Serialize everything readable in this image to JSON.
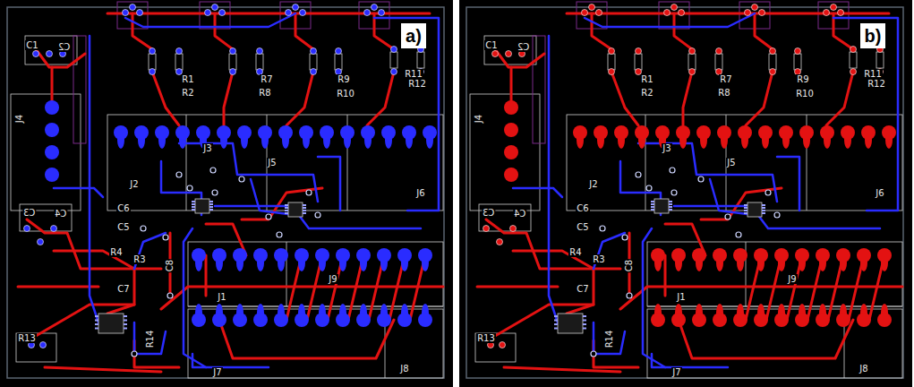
{
  "diagram": {
    "labels": [
      "C1",
      "C2",
      "R1",
      "R2",
      "R7",
      "R8",
      "R9",
      "R10",
      "R11",
      "R12",
      "J4",
      "J2",
      "J3",
      "J5",
      "J6",
      "C3",
      "C4",
      "C6",
      "C5",
      "R4",
      "R3",
      "C8",
      "C7",
      "J1",
      "J9",
      "R13",
      "R14",
      "J7",
      "J8",
      "a)",
      "C1",
      "C2",
      "R1",
      "R2",
      "R7",
      "R8",
      "R9",
      "R10",
      "R11",
      "R12",
      "J4",
      "J2",
      "J3",
      "J5",
      "J6",
      "C3",
      "C4",
      "C6",
      "C5",
      "R4",
      "R3",
      "C8",
      "C7",
      "J1",
      "J9",
      "R13",
      "R14",
      "J7",
      "J8",
      "b)"
    ]
  }
}
